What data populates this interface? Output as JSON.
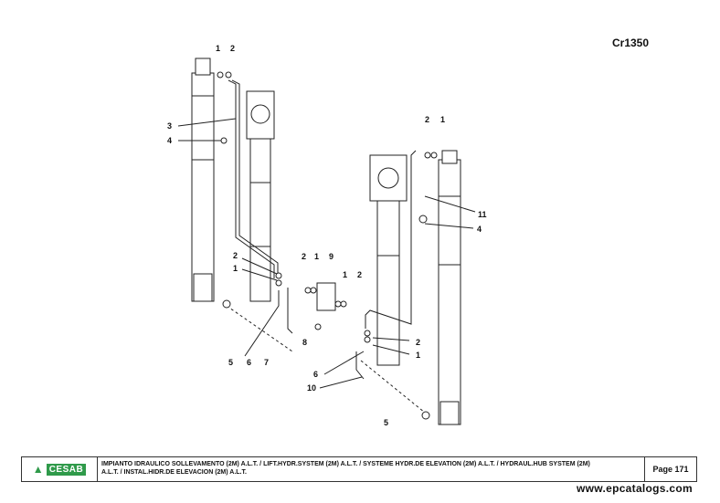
{
  "model_code": "Cr1350",
  "callouts": {
    "l1a": "1",
    "l2a": "2",
    "l3": "3",
    "l4a": "4",
    "l2b": "2",
    "l1b": "1",
    "l2c": "2",
    "l1c": "1",
    "l9": "9",
    "l1d": "1",
    "l2d": "2",
    "l8": "8",
    "l5a": "5",
    "l6a": "6",
    "l7": "7",
    "l2e": "2",
    "l1e": "1",
    "l6b": "6",
    "l10": "10",
    "l11": "11",
    "l4b": "4",
    "l5b": "5"
  },
  "footer": {
    "logo": "CESAB",
    "description_line1": "IMPIANTO IDRAULICO SOLLEVAMENTO (2M) A.L.T. / LIFT.HYDR.SYSTEM (2M) A.L.T. / SYSTEME HYDR.DE ELEVATION (2M) A.L.T. / HYDRAUL.HUB SYSTEM (2M)",
    "description_line2": "A.L.T. / INSTAL.HIDR.DE ELEVACION (2M) A.L.T.",
    "page": "Page 171"
  },
  "watermark": "www.epcatalogs.com"
}
